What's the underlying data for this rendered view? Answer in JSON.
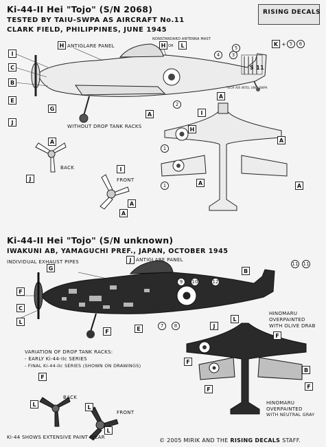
{
  "brand": {
    "logo_text": "RISING DECALS"
  },
  "section1": {
    "title": "Ki-44-II Hei \"Tojo\" (S/N 2068)",
    "subtitle_line1": "TESTED BY TAIU-SWPA AS AIRCRAFT No.11",
    "subtitle_line2": "CLARK FIELD, PHILIPPINES, JUNE 1945",
    "callout_antiglare": "ANTIGLARE PANEL",
    "callout_mast": "NONSTANDARD ANTENNA MAST",
    "callout_hor": "OR",
    "callout_k": "+",
    "tail_stencil": "TECH AIR INTEL UNIT SWPA",
    "without_racks": "WITHOUT DROP TANK RACKS",
    "back_label": "BACK",
    "front_label": "FRONT",
    "fuselage_number": "S 11"
  },
  "section2": {
    "title": "Ki-44-II Hei \"Tojo\" (S/N unknown)",
    "subtitle": "IWAKUNI AB, YAMAGUCHI PREF., JAPAN, OCTOBER 1945",
    "callout_exhaust": "INDIVIDUAL EXHAUST PIPES",
    "callout_antiglare": "ANTIGLARE PANEL",
    "hinomaru_olive": [
      "HINOMARU",
      "OVERPAINTED",
      "WITH OLIVE DRAB"
    ],
    "hinomaru_gray": [
      "HINOMARU",
      "OVERPAINTED",
      "WITH NEUTRAL GRAY"
    ],
    "racks_title": "VARIATION OF DROP TANK RACKS:",
    "racks_items": [
      "- EARLY Ki-44-IIc SERIES",
      "- FINAL Ki-44-IIc SERIES (SHOWN ON DRAWINGS)"
    ],
    "back_label": "BACK",
    "front_label": "FRONT",
    "wear_note": "Ki-44 SHOWS EXTENSIVE PAINT WEAR"
  },
  "footer": {
    "copyright": "© 2005 MIRIK AND THE",
    "brand": "RISING DECALS",
    "suffix": "STAFF."
  },
  "markers": {
    "A": "A",
    "B": "B",
    "C": "C",
    "E": "E",
    "F": "F",
    "G": "G",
    "H": "H",
    "I": "I",
    "J": "J",
    "K": "K",
    "L": "L",
    "n1": "1",
    "n2": "2",
    "n3": "3",
    "n4": "4",
    "n5": "5",
    "n6": "6",
    "n7": "7",
    "n8": "8",
    "n9": "9",
    "n10": "10",
    "n11": "11",
    "n12": "12"
  },
  "colors": {
    "paper": "#f4f4f4",
    "ink": "#111111",
    "dark_scheme": "#2a2a2a",
    "silver": "#e8e8e8"
  }
}
